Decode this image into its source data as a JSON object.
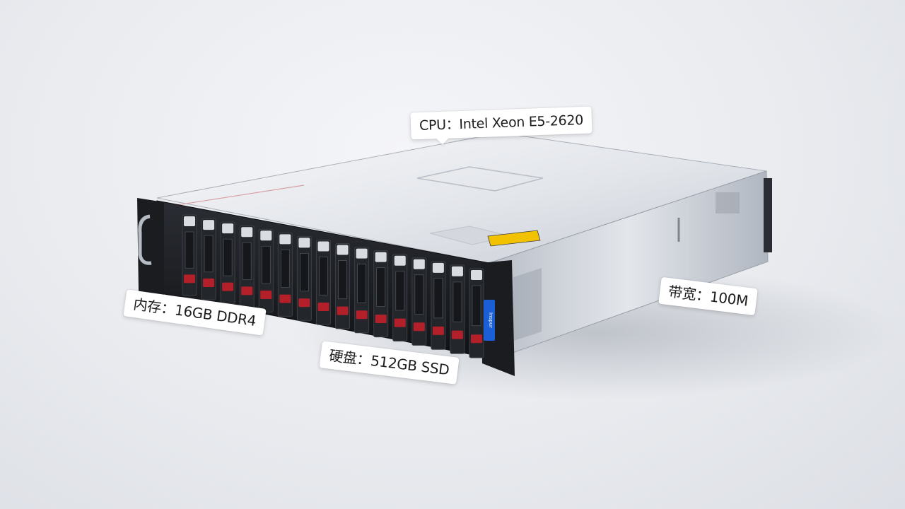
{
  "labels": {
    "cpu": "CPU：Intel Xeon E5-2620",
    "memory": "内存：16GB DDR4",
    "disk": "硬盘：512GB SSD",
    "bandwidth": "带宽：100M"
  },
  "product": {
    "front_badge": "Inspur",
    "drive_bay_count": 16
  },
  "colors": {
    "background": "#e9ebef",
    "chassis": "#c9ced6",
    "front_panel": "#1a1c20",
    "drive_accent": "#b3202a",
    "badge": "#1a5fd6",
    "warning_sticker": "#f2c200"
  }
}
